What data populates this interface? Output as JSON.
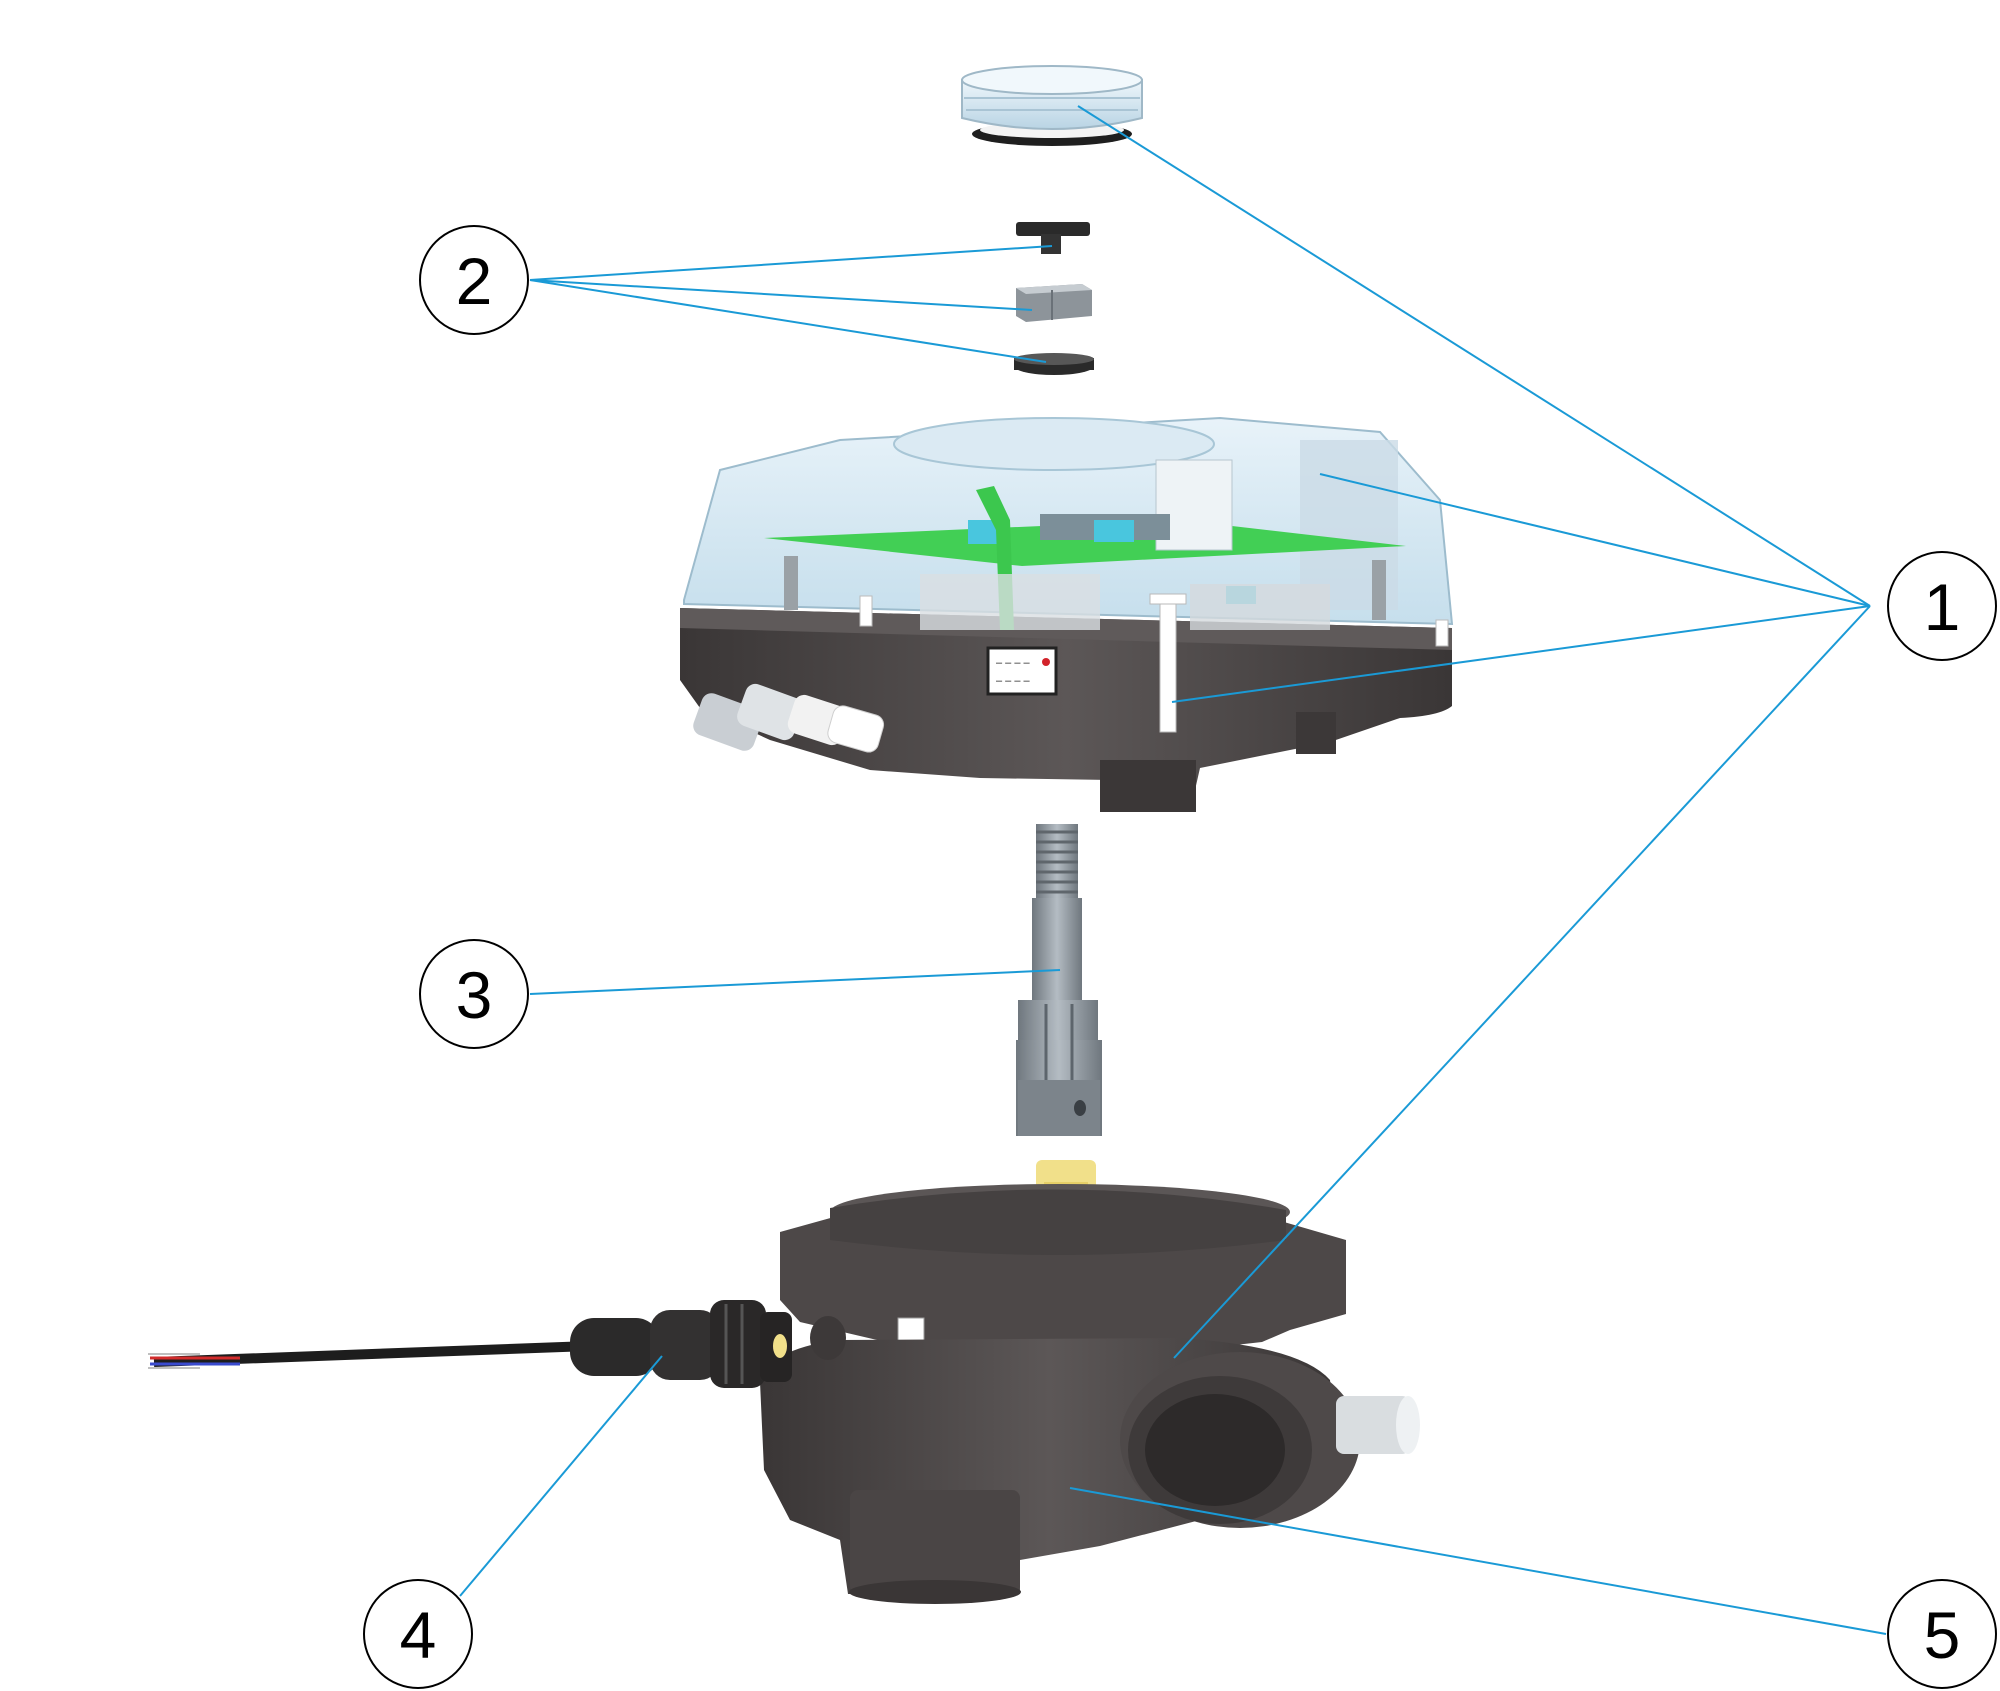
{
  "callouts": [
    {
      "id": "1",
      "label": "1"
    },
    {
      "id": "2",
      "label": "2"
    },
    {
      "id": "3",
      "label": "3"
    },
    {
      "id": "4",
      "label": "4"
    },
    {
      "id": "5",
      "label": "5"
    }
  ],
  "colors": {
    "leader_line": "#1a9ad6",
    "callout_stroke": "#000000",
    "housing_dark": "#4a4646",
    "cover_clear": "#cfe6f2",
    "pcb_green": "#3fd452",
    "shaft_grey": "#8e969e",
    "nut_yellow": "#f1e08a"
  },
  "icons": {
    "callout": "circle-number-icon"
  },
  "label_text": {
    "sticker_line1": "– – – –",
    "sticker_line2": "– – – –"
  }
}
